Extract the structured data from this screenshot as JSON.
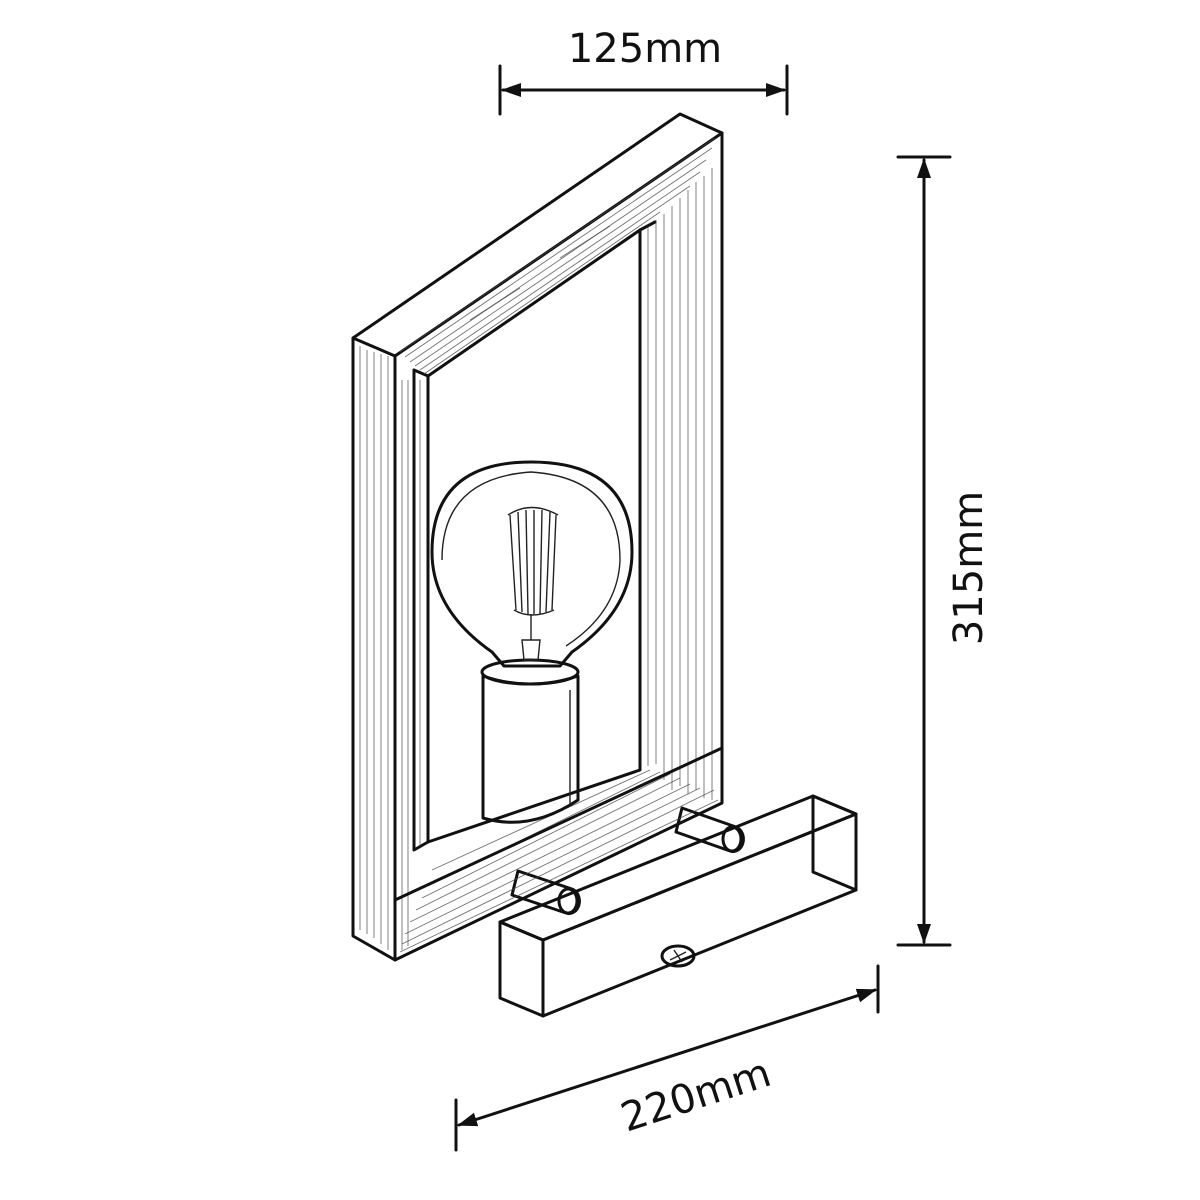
{
  "dimensions": {
    "width_top": "125mm",
    "height": "315mm",
    "depth": "220mm"
  },
  "colors": {
    "ink": "#111111",
    "background": "#ffffff"
  }
}
